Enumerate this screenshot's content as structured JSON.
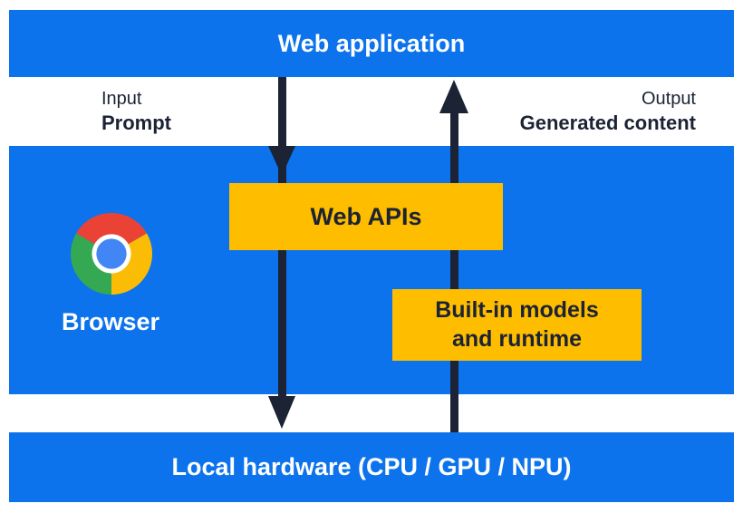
{
  "colors": {
    "blue": "#0C73EC",
    "yellow": "#FFBD00",
    "navy": "#1B2334",
    "white": "#FFFFFF",
    "chrome_red": "#EA4335",
    "chrome_green": "#34A853",
    "chrome_yellow": "#FBBC05",
    "chrome_blue": "#4285F4"
  },
  "top_bar": {
    "label": "Web application"
  },
  "io": {
    "input_title": "Input",
    "input_value": "Prompt",
    "output_title": "Output",
    "output_value": "Generated content"
  },
  "browser": {
    "label": "Browser",
    "logo_icon": "chrome-logo"
  },
  "boxes": {
    "web_apis_label": "Web APIs",
    "builtin_line1": "Built-in models",
    "builtin_line2": "and runtime"
  },
  "bottom_bar": {
    "label": "Local hardware (CPU / GPU / NPU)"
  }
}
